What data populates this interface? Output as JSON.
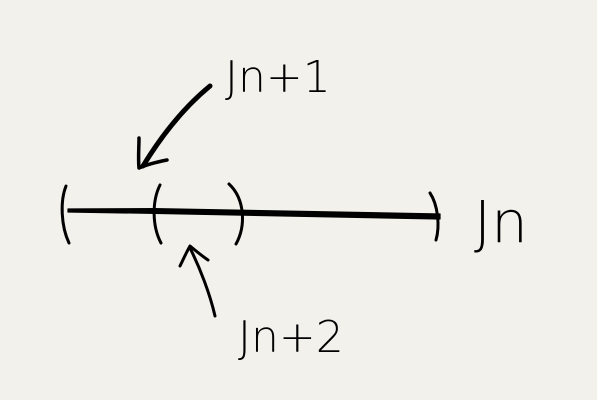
{
  "labels": {
    "j_n": "Jn",
    "j_n_plus_1": "Jn+1",
    "j_n_plus_2": "Jn+2"
  },
  "ink_color": "#000000",
  "background_color": "#f2f1ec"
}
